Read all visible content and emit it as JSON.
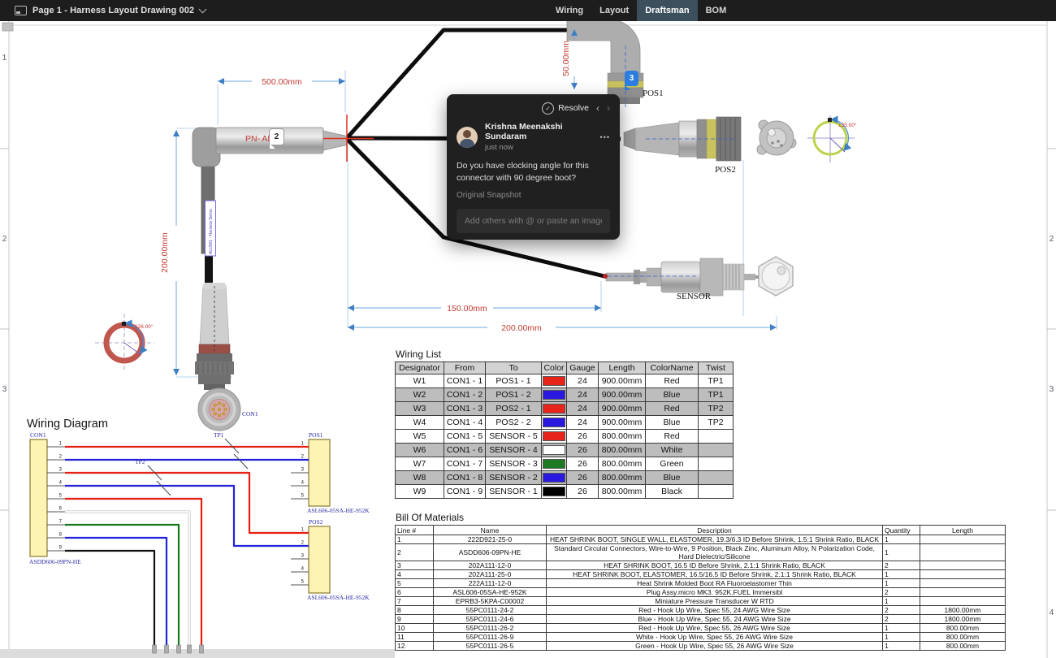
{
  "toolbar": {
    "page_title": "Page 1 - Harness Layout Drawing 002",
    "tabs": [
      {
        "label": "Wiring",
        "active": false
      },
      {
        "label": "Layout",
        "active": false
      },
      {
        "label": "Draftsman",
        "active": true
      },
      {
        "label": "BOM",
        "active": false
      }
    ]
  },
  "icons": {
    "resolve_check": "✓",
    "prev": "‹",
    "next": "›",
    "more": "•••"
  },
  "comment_popup": {
    "resolve_label": "Resolve",
    "author": "Krishna Meenakshi Sundaram",
    "time": "just now",
    "body": "Do you have clocking angle for this connector with 90 degree boot?",
    "snapshot_link": "Original Snapshot",
    "input_placeholder": "Add others with @ or paste an image"
  },
  "badges": {
    "pn_marker": "2",
    "pos1_marker": "3"
  },
  "drawing": {
    "dim_500": "500.00mm",
    "dim_50": "50.00mm",
    "dim_v200": "200.00mm",
    "dim_150": "150.00mm",
    "dim_b200": "200.00mm",
    "angle_right": "135.00°",
    "angle_left": "126.00°",
    "pn_label": "PN- ALU0",
    "cable_label": "ALU001 - Harness Demo",
    "pos1_label": "POS1",
    "pos2_label": "POS2",
    "sensor_label": "SENSOR",
    "con1_label": "CON1"
  },
  "wiring_diagram": {
    "title": "Wiring Diagram",
    "con1": {
      "label": "CON1",
      "part": "ASDD606-09PN-HE",
      "pin_count": 9
    },
    "pos1": {
      "label": "POS1",
      "part": "ASL606-05SA-HE-952K",
      "pin_count": 5
    },
    "pos2": {
      "label": "POS2",
      "part": "ASL606-05SA-HE-952K",
      "pin_count": 5
    },
    "tp1": "TP1",
    "tp2": "TP2"
  },
  "wiring_list": {
    "title": "Wiring List",
    "headers": [
      "Designator",
      "From",
      "To",
      "Color",
      "Gauge",
      "Length",
      "ColorName",
      "Twist"
    ],
    "rows": [
      {
        "designator": "W1",
        "from": "CON1 - 1",
        "to": "POS1 - 1",
        "color_hex": "#e8231a",
        "gauge": "24",
        "length": "900.00mm",
        "color_name": "Red",
        "twist": "TP1",
        "shaded": false
      },
      {
        "designator": "W2",
        "from": "CON1 - 2",
        "to": "POS1 - 2",
        "color_hex": "#2a18e0",
        "gauge": "24",
        "length": "900.00mm",
        "color_name": "Blue",
        "twist": "TP1",
        "shaded": true
      },
      {
        "designator": "W3",
        "from": "CON1 - 3",
        "to": "POS2 - 1",
        "color_hex": "#e8231a",
        "gauge": "24",
        "length": "900.00mm",
        "color_name": "Red",
        "twist": "TP2",
        "shaded": true
      },
      {
        "designator": "W4",
        "from": "CON1 - 4",
        "to": "POS2 - 2",
        "color_hex": "#2a18e0",
        "gauge": "24",
        "length": "900.00mm",
        "color_name": "Blue",
        "twist": "TP2",
        "shaded": false
      },
      {
        "designator": "W5",
        "from": "CON1 - 5",
        "to": "SENSOR - 5",
        "color_hex": "#e8231a",
        "gauge": "26",
        "length": "800.00mm",
        "color_name": "Red",
        "twist": "",
        "shaded": false
      },
      {
        "designator": "W6",
        "from": "CON1 - 6",
        "to": "SENSOR - 4",
        "color_hex": "#ffffff",
        "gauge": "26",
        "length": "800.00mm",
        "color_name": "White",
        "twist": "",
        "shaded": true
      },
      {
        "designator": "W7",
        "from": "CON1 - 7",
        "to": "SENSOR - 3",
        "color_hex": "#1f7a24",
        "gauge": "26",
        "length": "800.00mm",
        "color_name": "Green",
        "twist": "",
        "shaded": false
      },
      {
        "designator": "W8",
        "from": "CON1 - 8",
        "to": "SENSOR - 2",
        "color_hex": "#2a18e0",
        "gauge": "26",
        "length": "800.00mm",
        "color_name": "Blue",
        "twist": "",
        "shaded": true
      },
      {
        "designator": "W9",
        "from": "CON1 - 9",
        "to": "SENSOR - 1",
        "color_hex": "#000000",
        "gauge": "26",
        "length": "800.00mm",
        "color_name": "Black",
        "twist": "",
        "shaded": false
      }
    ]
  },
  "bom": {
    "title": "Bill Of Materials",
    "headers": [
      "Line #",
      "Name",
      "Description",
      "Quantity",
      "Length"
    ],
    "rows": [
      {
        "line": "1",
        "name": "222D921-25-0",
        "description": "HEAT SHRINK BOOT, SINGLE WALL, ELASTOMER, 19.3/6.3 ID Before Shrink, 1.5:1 Shrink Ratio, BLACK",
        "quantity": "1",
        "length": ""
      },
      {
        "line": "2",
        "name": "ASDD606-09PN-HE",
        "description": "Standard Circular Connectors, Wire-to-Wire, 9 Position, Black Zinc, Aluminum Alloy, N Polarization Code, Hard Dielectric/Silicone",
        "quantity": "1",
        "length": ""
      },
      {
        "line": "3",
        "name": "202A111-12-0",
        "description": "HEAT SHRINK BOOT, 16.5 ID Before Shrink, 2.1:1 Shrink Ratio, BLACK",
        "quantity": "2",
        "length": ""
      },
      {
        "line": "4",
        "name": "202A111-25-0",
        "description": "HEAT SHRINK BOOT, ELASTOMER, 16.5/16.5 ID Before Shrink, 2.1:1 Shrink Ratio, BLACK",
        "quantity": "1",
        "length": ""
      },
      {
        "line": "5",
        "name": "222A111-12-0",
        "description": "Heat Shrink Molded Boot RA Fluoroelastomer Thin",
        "quantity": "1",
        "length": ""
      },
      {
        "line": "6",
        "name": "ASL606-05SA-HE-952K",
        "description": "Plug Assy.micro MK3. 952K.FUEL Immersibl",
        "quantity": "2",
        "length": ""
      },
      {
        "line": "7",
        "name": "EPRB3-5KPA-C00002",
        "description": "Miniature Pressure Transducer W RTD",
        "quantity": "1",
        "length": ""
      },
      {
        "line": "8",
        "name": "55PC0111-24-2",
        "description": "Red - Hook Up Wire, Spec 55, 24 AWG Wire Size",
        "quantity": "2",
        "length": "1800.00mm"
      },
      {
        "line": "9",
        "name": "55PC0111-24-6",
        "description": "Blue - Hook Up Wire, Spec 55, 24 AWG Wire Size",
        "quantity": "2",
        "length": "1800.00mm"
      },
      {
        "line": "10",
        "name": "55PC0111-26-2",
        "description": "Red - Hook Up Wire, Spec 55, 26 AWG Wire Size",
        "quantity": "1",
        "length": "800.00mm"
      },
      {
        "line": "11",
        "name": "55PC0111-26-9",
        "description": "White - Hook Up Wire, Spec 55, 26 AWG Wire Size",
        "quantity": "1",
        "length": "800.00mm"
      },
      {
        "line": "12",
        "name": "55PC0111-26-5",
        "description": "Green - Hook Up Wire, Spec 55, 26 AWG Wire Size",
        "quantity": "1",
        "length": "800.00mm"
      }
    ]
  },
  "sheet": {
    "left_markers": [
      "1",
      "2",
      "3"
    ],
    "right_markers": [
      "2",
      "3",
      "4"
    ]
  },
  "colors": {
    "active_tab": "#3c4f5c",
    "badge_blue": "#2b7de0",
    "dim_line": "#6fa8d8",
    "dim_text": "#c23b32",
    "row_shade": "#bdbdbd",
    "wire_red": "#e8231a",
    "wire_blue": "#2a18e0",
    "wire_green": "#1f7a24",
    "wire_white": "#ffffff",
    "wire_black": "#000000"
  }
}
